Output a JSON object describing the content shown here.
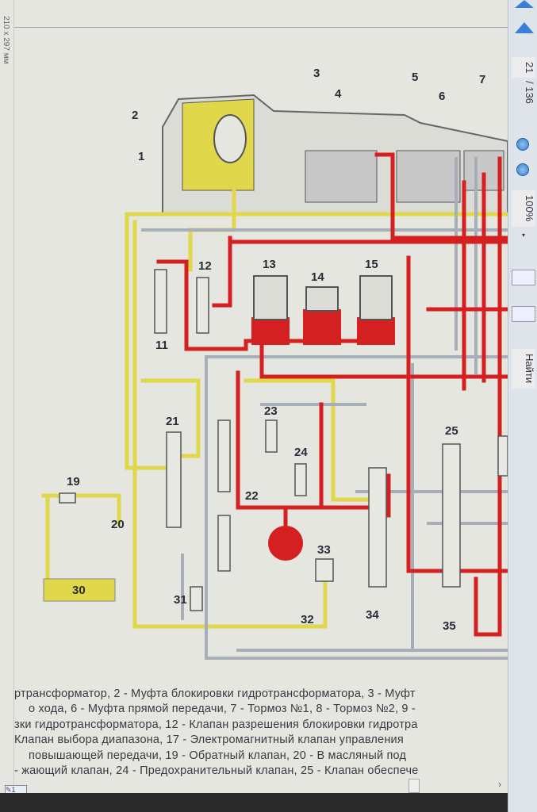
{
  "ruler": {
    "page_size": "210 x 297 мм"
  },
  "sidebar": {
    "current_page": "21",
    "total_pages": "/ 136",
    "zoom": "100%",
    "find_label": "Найти"
  },
  "diagram": {
    "labels": [
      "1",
      "2",
      "3",
      "4",
      "5",
      "6",
      "7",
      "11",
      "12",
      "13",
      "14",
      "15",
      "19",
      "20",
      "21",
      "22",
      "23",
      "24",
      "25",
      "30",
      "31",
      "32",
      "33",
      "34",
      "35"
    ]
  },
  "caption": {
    "lines": [
      "ртрансформатор, 2 - Муфта блокировки гидротрансформатора, 3 - Муфт",
      "о хода, 6 - Муфта прямой передачи, 7 - Тормоз №1, 8 - Тормоз №2, 9 -",
      "зки гидротрансформатора, 12 - Клапан разрешения блокировки гидротра",
      "Клапан выбора диапазона, 17 - Электромагнитный клапан управления",
      "повышающей передачи, 19 - Обратный клапан, 20 - В масляный под",
      "- жающий клапан, 24 - Предохранительный клапан, 25 - Клапан обеспече"
    ]
  },
  "colors": {
    "red": "#d42020",
    "yellow": "#e0d84a",
    "grey": "#9aa0b0"
  }
}
